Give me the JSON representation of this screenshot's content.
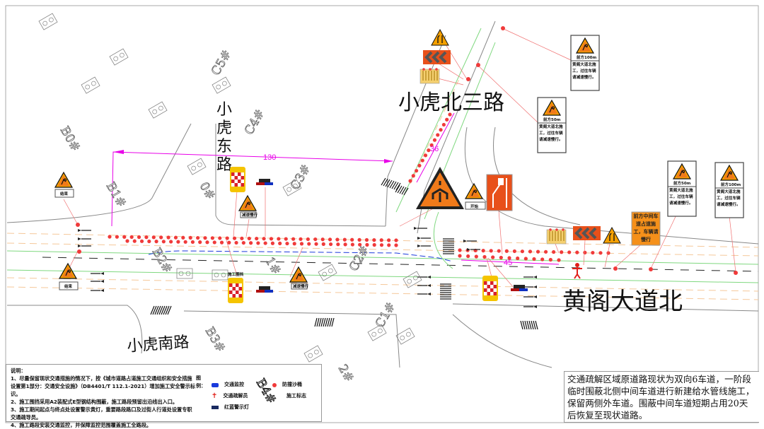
{
  "roads": {
    "north": "小虎北三路",
    "east": "小虎东路",
    "main": "黄阁大道北",
    "south": "小虎南路"
  },
  "plots": {
    "b0": "B0#",
    "b1": "B1#",
    "b2": "B2#",
    "b3": "B3#",
    "b4": "B4#",
    "c1": "C1#",
    "c2": "C2#",
    "c3": "C3#",
    "c4": "C4#",
    "c5": "C5#",
    "p0": "0#",
    "p1": "1#",
    "p2": "2#"
  },
  "dimensions": {
    "west": "130",
    "north": "36",
    "east": "45"
  },
  "signs": {
    "end_label": "结束",
    "start_label": "开始",
    "enclosure_label": "施工围挡",
    "slow_label": "减速慢行",
    "distance_100": "前方100m",
    "distance_50": "前方50m",
    "warning_text": "黄阁大道北施工，过往车辆请减速慢行。",
    "middle_lane_text": "前方中间车道占道施工，车辆请慢行"
  },
  "notes": {
    "title": "说明：",
    "items": [
      "1、尽量保留现状交通措施的情况下，按《城市道路占道施工交通组织和安全措施设置第1部分：交通安全设施》（DB4401/T 112.1-2021）增加施工安全警示标识。",
      "2、施工围挡采用A2装配式E型钢结构围蔽，施工路段预留出沿线出入口。",
      "3、施工期间起点与终点处设置警示黄灯，重要路段路口及过街人行道处设置专职交通疏导员。",
      "4、施工路段安装交通监控，并保障监控范围覆盖施工全路段。"
    ]
  },
  "legend": {
    "title": "图例：",
    "items": [
      "交通监控",
      "交通疏解员",
      "红蓝警示灯",
      "防撞沙桶",
      "施工标志"
    ]
  },
  "description": "交通疏解区域原道路现状为双向6车道，一阶段临时围蔽北侧中间车道进行新建给水管线施工，保留两侧外车道。围蔽中间车道短期占用20天后恢复至现状道路。",
  "colors": {
    "barrier_dot": "#f03a3a",
    "dimension": "#e800e8",
    "warning_orange": "#f07a1a",
    "lane_green": "#7fd87f",
    "lane_orange": "#f5c89a",
    "traffic_line": "#1a3adc"
  }
}
